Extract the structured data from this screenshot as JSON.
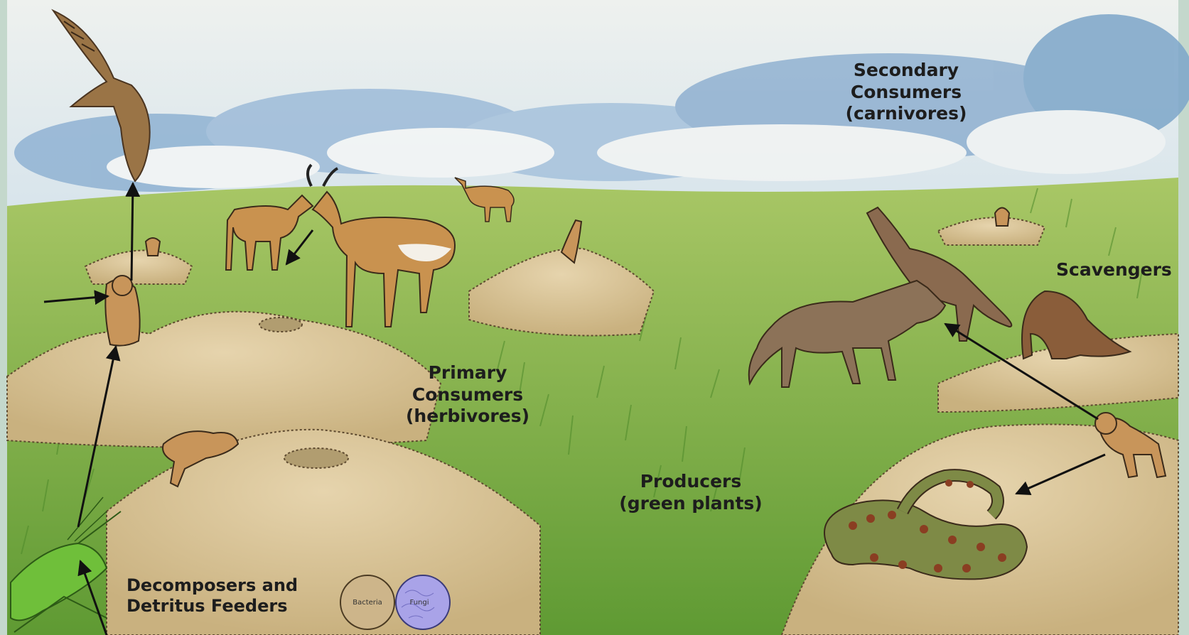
{
  "labels": {
    "secondary": {
      "line1": "Secondary",
      "line2": "Consumers",
      "line3": "(carnivores)"
    },
    "primary": {
      "line1": "Primary",
      "line2": "Consumers",
      "line3": "(herbivores)"
    },
    "producers": {
      "line1": "Producers",
      "line2": "(green plants)"
    },
    "scavengers": "Scavengers",
    "decomposers": {
      "line1": "Decomposers and",
      "line2": "Detritus Feeders"
    },
    "bacteria": "Bacteria",
    "fungi": "Fungi"
  },
  "colors": {
    "sky": "#c6d9e6",
    "cloud_blue": "#7da6c9",
    "grass": "#8fb44c",
    "grass_dark": "#4f8a2a",
    "dirt": "#d9c49a",
    "dirt_dark": "#a88d5e",
    "animal_tan": "#c8955a",
    "coyote": "#8a6a4f",
    "snake": "#6b7a3a",
    "bacteria_circle": "#cdb58a",
    "fungi_circle": "#a9a3e8",
    "label_text": "#1d1d1d"
  }
}
